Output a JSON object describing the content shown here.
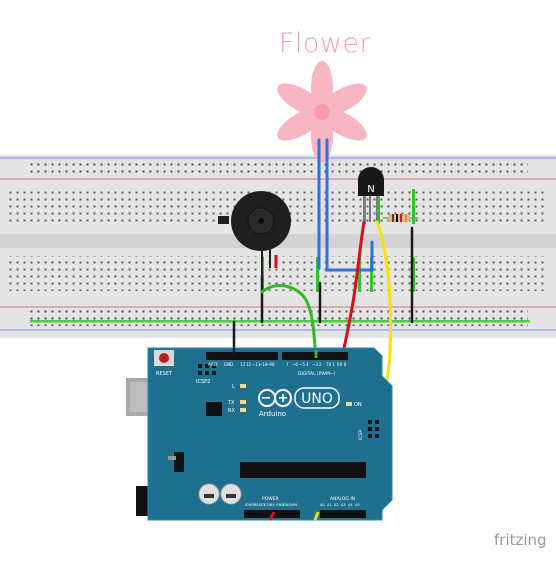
{
  "diagram": {
    "title": "Flower",
    "brand": "fritzing",
    "colors": {
      "breadboard": "#e4e4e4",
      "board": "#1f6f8e",
      "flower": "#f7b6c0",
      "wire_red": "#d8101b",
      "wire_yellow": "#f5e10b",
      "wire_green": "#35b628",
      "wire_blue": "#2e73d6",
      "wire_black": "#1a1a1a"
    },
    "board": {
      "logo_text": "UNO",
      "brand_text": "Arduino",
      "reset_label": "RESET",
      "icsp2_label": "ICSP2",
      "icsp_label": "ICSP",
      "led_labels": [
        "L",
        "TX",
        "RX"
      ],
      "on_label": "ON",
      "digital_label": "DIGITAL (PWM~)",
      "analog_label": "ANALOG IN",
      "power_label": "POWER",
      "aref_labels": [
        "AREF",
        "GND"
      ],
      "digital_pins": [
        "13",
        "12",
        "~11",
        "~10",
        "~9",
        "8",
        "7",
        "~6",
        "~5",
        "4",
        "~3",
        "2",
        "TX 1",
        "RX 0"
      ],
      "power_pins": [
        "IOREF",
        "RESET",
        "3.3V",
        "5V",
        "GND",
        "GND",
        "VIN"
      ],
      "analog_pins": [
        "A0",
        "A1",
        "A2",
        "A3",
        "A4",
        "A5"
      ]
    },
    "components": {
      "transistor_marking": "N"
    }
  }
}
